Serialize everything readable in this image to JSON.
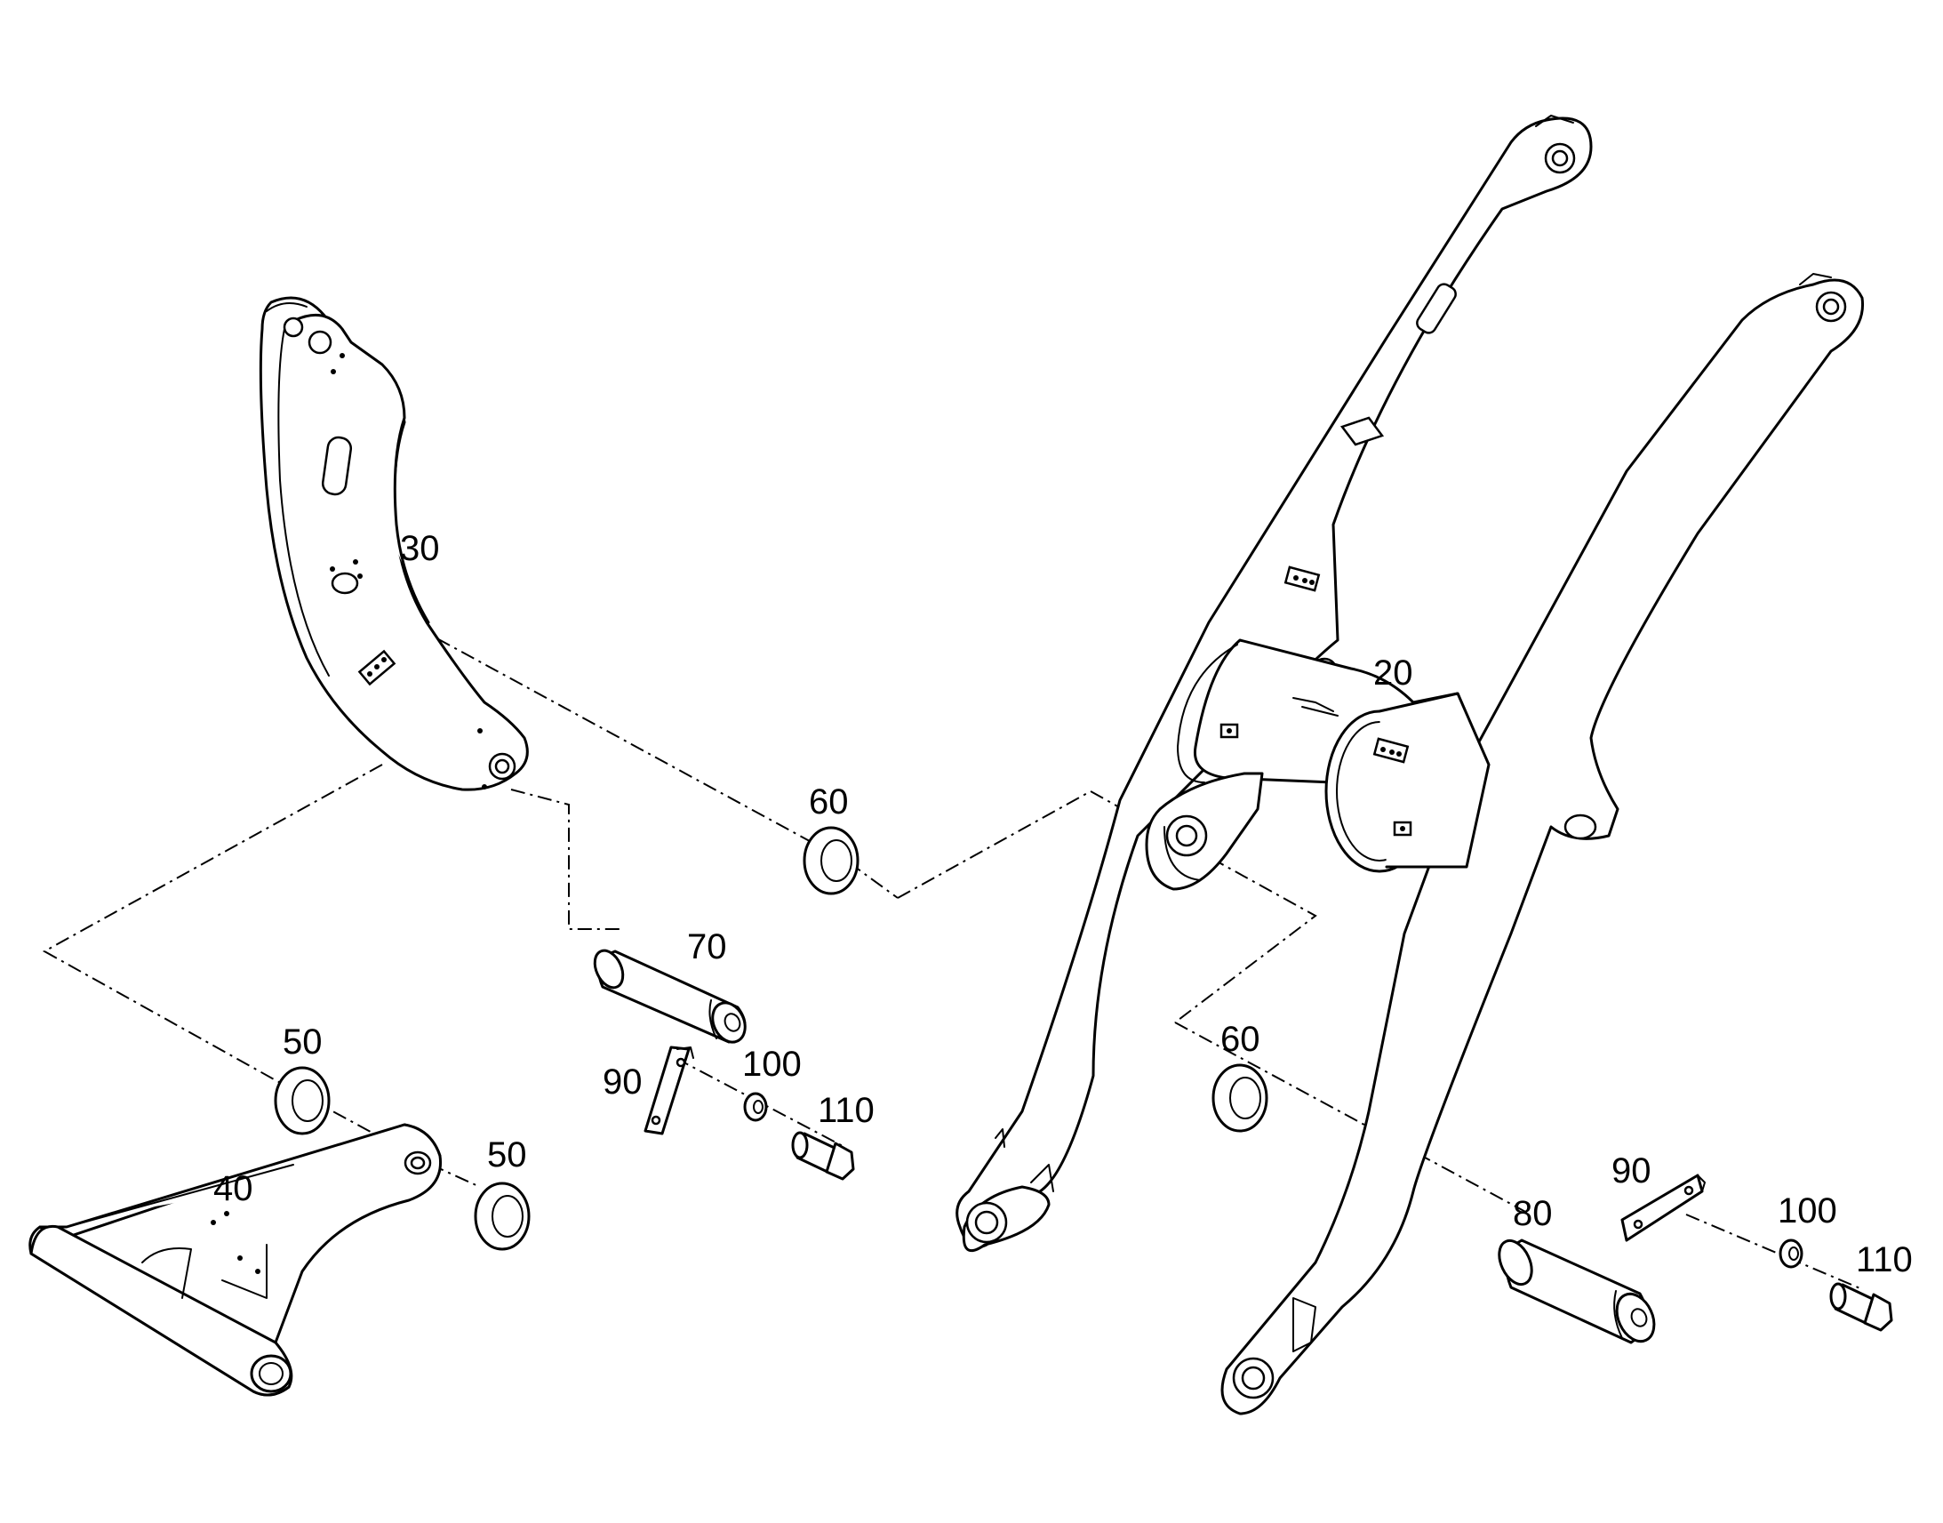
{
  "diagram": {
    "type": "exploded-parts-drawing",
    "callouts": {
      "c20": "20",
      "c30": "30",
      "c40": "40",
      "c50a": "50",
      "c50b": "50",
      "c60a": "60",
      "c60b": "60",
      "c70": "70",
      "c80": "80",
      "c90a": "90",
      "c90b": "90",
      "c100a": "100",
      "c100b": "100",
      "c110a": "110",
      "c110b": "110"
    }
  }
}
